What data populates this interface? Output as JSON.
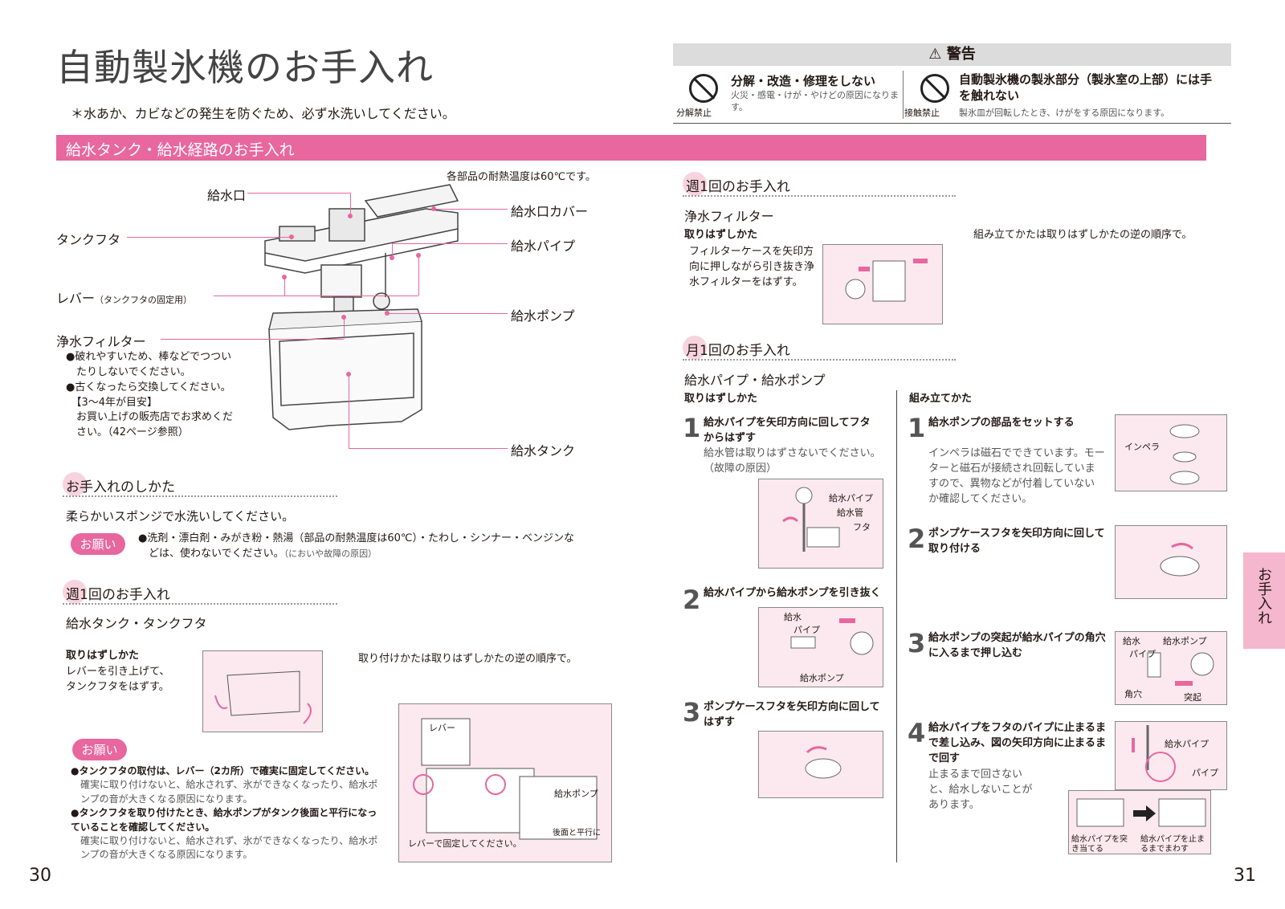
{
  "header": {
    "title": "自動製氷機のお手入れ",
    "lead": "＊水あか、カビなどの発生を防ぐため、必ず水洗いしてください。"
  },
  "warning": {
    "heading": "警告",
    "items": [
      {
        "icon_caption": "分解禁止",
        "title": "分解・改造・修理をしない",
        "desc": "火災・感電・けが・やけどの原因になります。"
      },
      {
        "icon_caption": "接触禁止",
        "title": "自動製氷機の製氷部分（製氷室の上部）には手を触れない",
        "desc": "製氷皿が回転したとき、けがをする原因になります。"
      }
    ]
  },
  "section_bar": "給水タンク・給水経路のお手入れ",
  "diagram": {
    "heat_note": "各部品の耐熱温度は60℃です。",
    "labels": {
      "kyusuiguchi": "給水口",
      "tankfuta": "タンクフタ",
      "lever": "レバー",
      "lever_note": "（タンクフタの固定用）",
      "filter": "浄水フィルター",
      "cover": "給水口カバー",
      "pipe": "給水パイプ",
      "pump": "給水ポンプ",
      "tank": "給水タンク"
    },
    "filter_notes": [
      "●破れやすいため、棒などでつつい",
      "　たりしないでください。",
      "●古くなったら交換してください。",
      "　【3～4年が目安】",
      "　お買い上げの販売店でお求めくだ",
      "　さい。（42ページ参照）"
    ]
  },
  "care_method": {
    "heading": "お手入れのしかた",
    "text": "柔らかいスポンジで水洗いしてください。",
    "badge": "お願い",
    "note1": "●洗剤・漂白剤・みがき粉・熱湯（部品の耐熱温度は60℃）・たわし・シンナー・ベンジンな",
    "note2": "　どは、使わないでください。",
    "note2_small": "（においや故障の原因）"
  },
  "weekly_left": {
    "heading": "週1回のお手入れ",
    "sub": "給水タンク・タンクフタ",
    "remove_head": "取りはずしかた",
    "remove_text1": "レバーを引き上げて、",
    "remove_text2": "タンクフタをはずす。",
    "assemble": "取り付けかたは取りはずしかたの逆の順序で。",
    "badge": "お願い",
    "notes": [
      {
        "bold": "●タンクフタの取付は、レバー（2カ所）で確実に固定してください。",
        "text": "確実に取り付けないと、給水されず、氷ができなくなったり、給水ポンプの音が大きくなる原因になります。"
      },
      {
        "bold": "●タンクフタを取り付けたとき、給水ポンプがタンク後面と平行になっていることを確認してください。",
        "text": "確実に取り付けないと、給水されず、氷ができなくなったり、給水ポンプの音が大きくなる原因になります。"
      }
    ],
    "fig_lever": "レバー",
    "fig_pump": "給水ポンプ",
    "fig_parallel": "後面と平行に",
    "fig_caption": "レバーで固定してください。"
  },
  "weekly_right": {
    "heading": "週1回のお手入れ",
    "sub": "浄水フィルター",
    "remove_head": "取りはずしかた",
    "remove_text": [
      "フィルターケースを矢印方",
      "向に押しながら引き抜き浄",
      "水フィルターをはずす。"
    ],
    "assemble": "組み立てかたは取りはずしかたの逆の順序で。"
  },
  "monthly": {
    "heading": "月1回のお手入れ",
    "sub": "給水パイプ・給水ポンプ",
    "remove_head": "取りはずしかた",
    "assemble_head": "組み立てかた",
    "remove_steps": [
      {
        "num": "1",
        "title": "給水パイプを矢印方向に回してフタからはずす",
        "note": "給水管は取りはずさないでください。（故障の原因）",
        "labels": [
          "給水パイプ",
          "給水管",
          "フタ"
        ]
      },
      {
        "num": "2",
        "title": "給水パイプから給水ポンプを引き抜く",
        "labels": [
          "給水",
          "パイプ",
          "給水ポンプ"
        ]
      },
      {
        "num": "3",
        "title": "ポンプケースフタを矢印方向に回してはずす"
      }
    ],
    "assemble_steps": [
      {
        "num": "1",
        "title": "給水ポンプの部品をセットする",
        "note": "インペラは磁石でできています。モーターと磁石が接続され回転していますので、異物などが付着していないか確認してください。",
        "labels": [
          "インペラ"
        ]
      },
      {
        "num": "2",
        "title": "ポンプケースフタを矢印方向に回して取り付ける"
      },
      {
        "num": "3",
        "title": "給水ポンプの突起が給水パイプの角穴に入るまで押し込む",
        "labels": [
          "給水",
          "パイプ",
          "給水ポンプ",
          "角穴",
          "突起"
        ]
      },
      {
        "num": "4",
        "title": "給水パイプをフタのパイプに止まるまで差し込み、図の矢印方向に止まるまで回す",
        "note": "止まるまで回さないと、給水しないことがあります。",
        "labels": [
          "給水パイプ",
          "パイプ",
          "給水パイプを突き当てる",
          "給水パイプを止まるまでまわす"
        ]
      }
    ]
  },
  "side_tab": "お手入れ",
  "page_left": "30",
  "page_right": "31"
}
